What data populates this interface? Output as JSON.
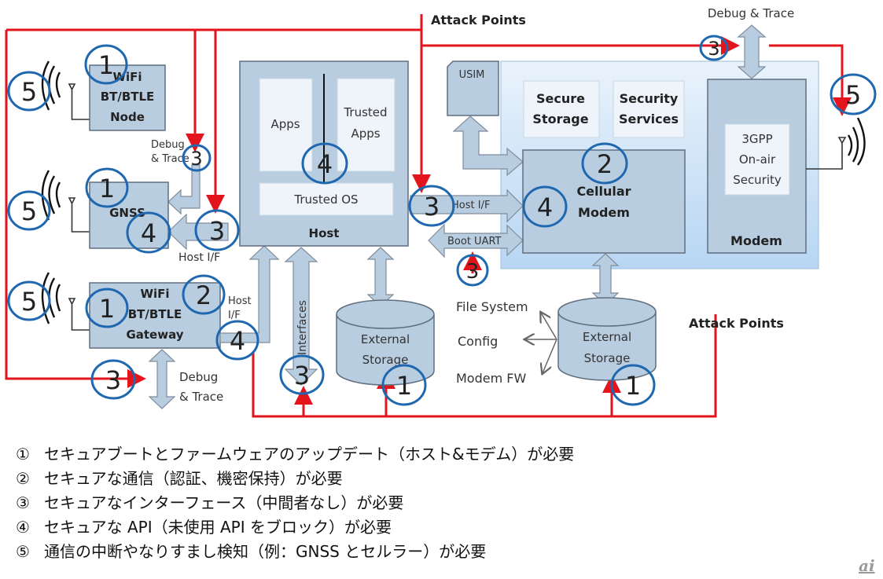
{
  "diagram": {
    "attack_points_top": "Attack Points",
    "attack_points_right": "Attack Points",
    "debug_trace_top": "Debug & Trace",
    "node": {
      "line1": "WiFi",
      "line2": "BT/BTLE",
      "line3": "Node"
    },
    "gnss": {
      "label": "GNSS"
    },
    "gateway": {
      "line1": "WiFi",
      "line2": "BT/BTLE",
      "line3": "Gateway"
    },
    "debug_small_1": "Debug",
    "debug_small_2": "& Trace",
    "host_if_gnss": "Host I/F",
    "host_if_gw_1": "Host",
    "host_if_gw_2": "I/F",
    "debug_bottom_1": "Debug",
    "debug_bottom_2": "& Trace",
    "host": {
      "title": "Host",
      "apps": "Apps",
      "trusted_apps_1": "Trusted",
      "trusted_apps_2": "Apps",
      "trusted_os": "Trusted OS"
    },
    "interfaces": "Interfaces",
    "ext_storage_host_1": "External",
    "ext_storage_host_2": "Storage",
    "usim": "USIM",
    "host_if_modem": "Host I/F",
    "boot_uart": "Boot UART",
    "secure_storage_1": "Secure",
    "secure_storage_2": "Storage",
    "security_services_1": "Security",
    "security_services_2": "Services",
    "cellular_modem_1": "Cellular",
    "cellular_modem_2": "Modem",
    "modem": {
      "title": "Modem",
      "sec_1": "3GPP",
      "sec_2": "On-air",
      "sec_3": "Security"
    },
    "file_system": "File System",
    "config": "Config",
    "modem_fw": "Modem FW",
    "ext_storage_modem_1": "External",
    "ext_storage_modem_2": "Storage",
    "markers": {
      "node_1": "1",
      "node_5": "5",
      "debug_3": "3",
      "gnss_1": "1",
      "gnss_5": "5",
      "gnss_4": "4",
      "gnss_3": "3",
      "gw_5": "5",
      "gw_1": "1",
      "gw_2": "2",
      "gw_4": "4",
      "gw_3": "3",
      "host_4": "4",
      "interfaces_3": "3",
      "ext_host_1": "1",
      "modem_if_3": "3",
      "boot_uart_3": "3",
      "cell_2": "2",
      "cell_4": "4",
      "top_debug_3": "3",
      "modem_ant_5": "5",
      "ext_modem_1": "1"
    }
  },
  "legend": {
    "items": [
      {
        "mark": "①",
        "text": "セキュアブートとファームウェアのアップデート（ホスト&モデム）が必要"
      },
      {
        "mark": "②",
        "text": "セキュアな通信（認証、機密保持）が必要"
      },
      {
        "mark": "③",
        "text": "セキュアなインターフェース（中間者なし）が必要"
      },
      {
        "mark": "④",
        "text": "セキュアな API（未使用 API をブロック）が必要"
      },
      {
        "mark": "⑤",
        "text": "通信の中断やなりすまし検知（例：GNSS とセルラー）が必要"
      }
    ]
  },
  "logo": {
    "text": "ai"
  }
}
